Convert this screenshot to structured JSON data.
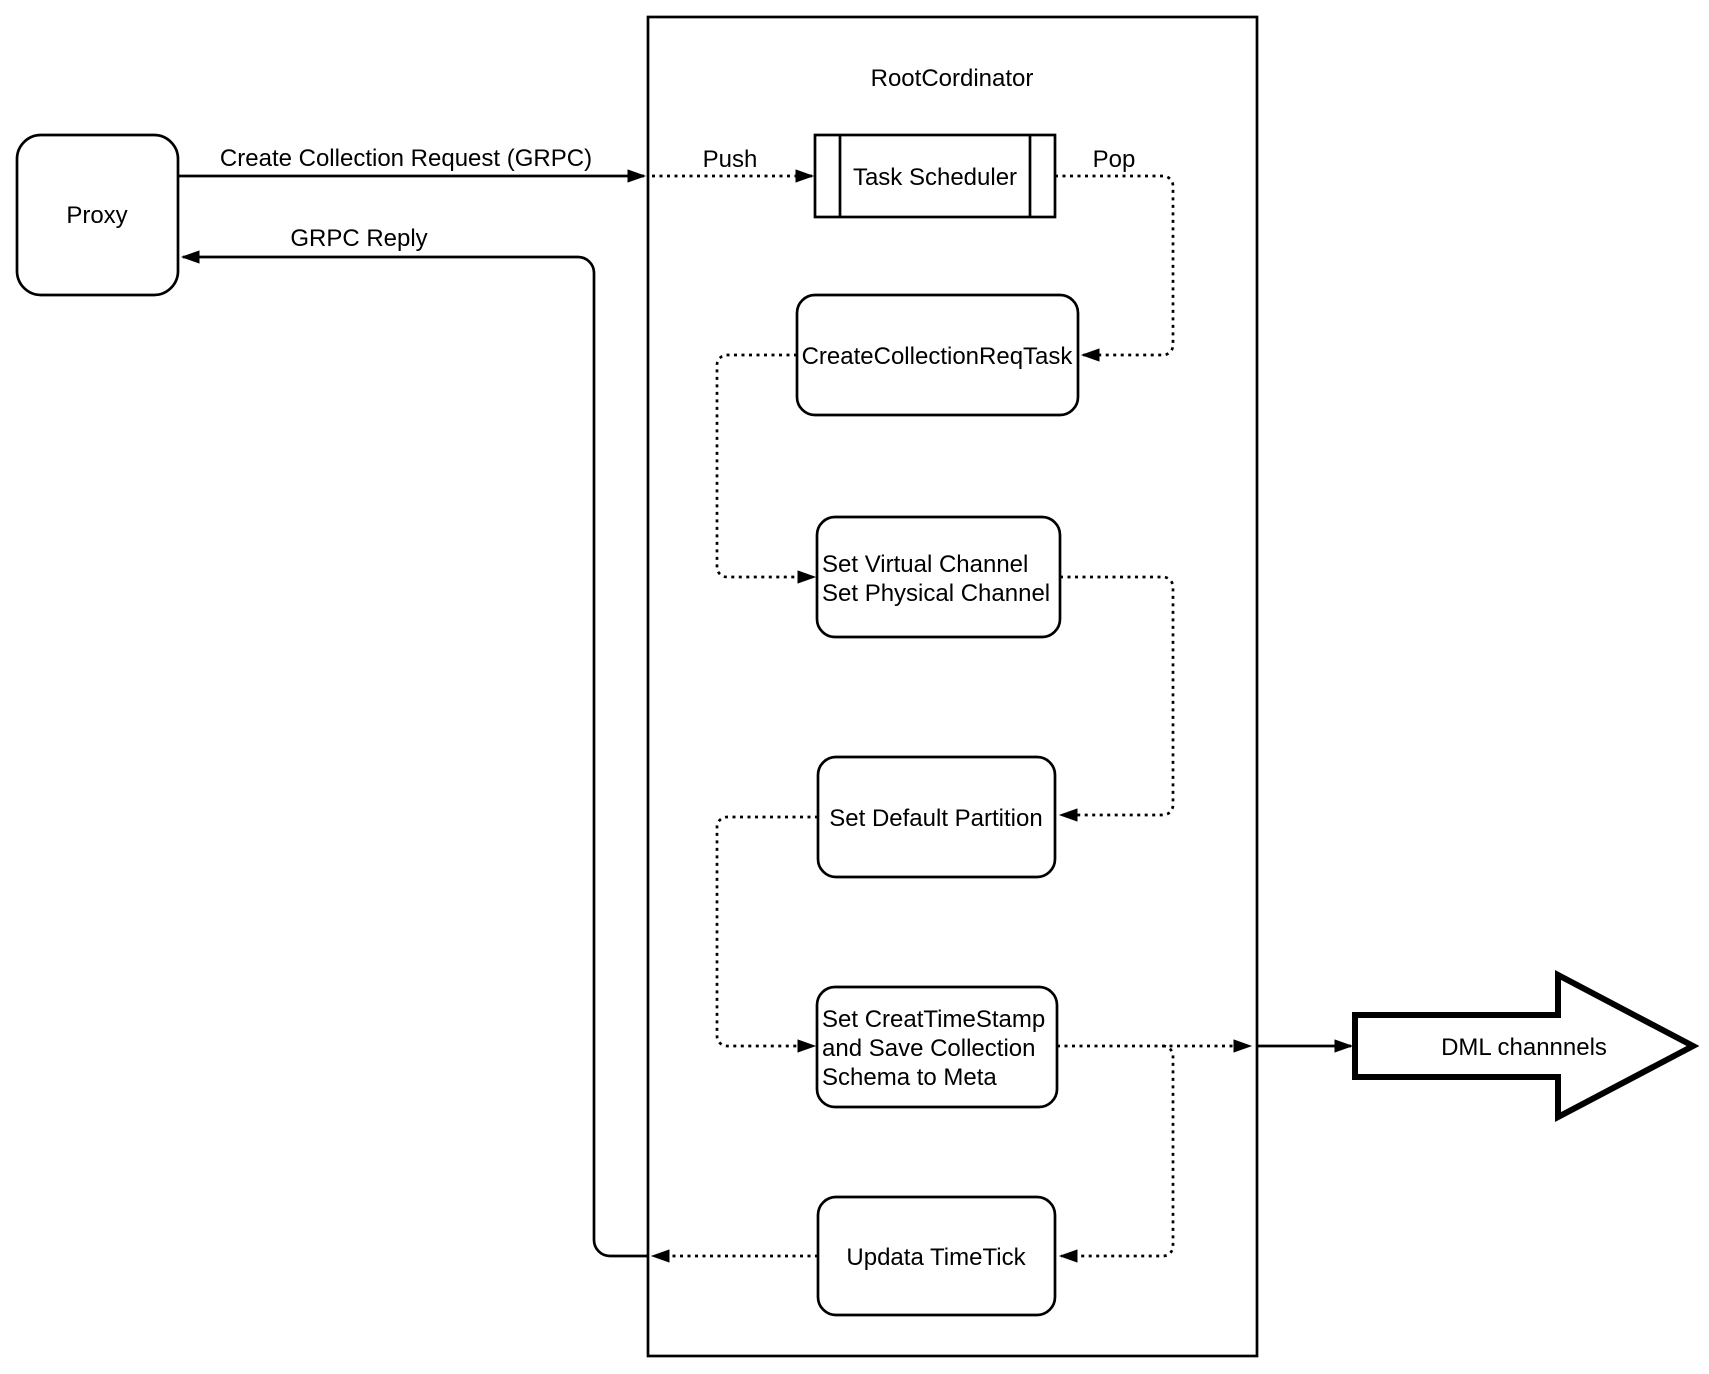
{
  "diagram": {
    "title": "RootCordinator",
    "colors": {
      "stroke": "#000000",
      "background": "#ffffff",
      "node_fill": "#ffffff"
    },
    "nodes": {
      "proxy": {
        "label": "Proxy"
      },
      "task_scheduler": {
        "label": "Task Scheduler"
      },
      "create_collection_req_task": {
        "label": "CreateCollectionReqTask"
      },
      "set_channel": {
        "lines": [
          "Set Virtual Channel",
          "Set Physical Channel"
        ]
      },
      "set_default_partition": {
        "label": "Set Default Partition"
      },
      "set_timestamp": {
        "lines": [
          "Set CreatTimeStamp",
          "and Save Collection",
          "Schema to Meta"
        ]
      },
      "update_timetick": {
        "label": "Updata TimeTick"
      },
      "dml_channels": {
        "label": "DML channnels"
      }
    },
    "edge_labels": {
      "request": "Create Collection Request (GRPC)",
      "reply": "GRPC Reply",
      "push": "Push",
      "pop": "Pop"
    },
    "edges": [
      {
        "from": "Proxy",
        "to": "RootCordinator",
        "label": "Create Collection Request (GRPC)",
        "style": "solid"
      },
      {
        "from": "RootCordinator boundary",
        "to": "Task Scheduler",
        "label": "Push",
        "style": "dotted"
      },
      {
        "from": "Task Scheduler",
        "to": "CreateCollectionReqTask",
        "label": "Pop",
        "style": "dotted"
      },
      {
        "from": "CreateCollectionReqTask",
        "to": "Set Virtual Channel / Set Physical Channel",
        "label": "",
        "style": "dotted"
      },
      {
        "from": "Set Virtual Channel / Set Physical Channel",
        "to": "Set Default Partition",
        "label": "",
        "style": "dotted"
      },
      {
        "from": "Set Default Partition",
        "to": "Set CreatTimeStamp and Save Collection Schema to Meta",
        "label": "",
        "style": "dotted"
      },
      {
        "from": "Set CreatTimeStamp and Save Collection Schema to Meta",
        "to": "DML channnels",
        "label": "",
        "style": "dotted-then-solid"
      },
      {
        "from": "Set CreatTimeStamp and Save Collection Schema to Meta",
        "to": "Updata TimeTick",
        "label": "",
        "style": "dotted"
      },
      {
        "from": "Updata TimeTick",
        "to": "Proxy",
        "label": "GRPC Reply",
        "style": "dotted-then-solid"
      }
    ]
  }
}
